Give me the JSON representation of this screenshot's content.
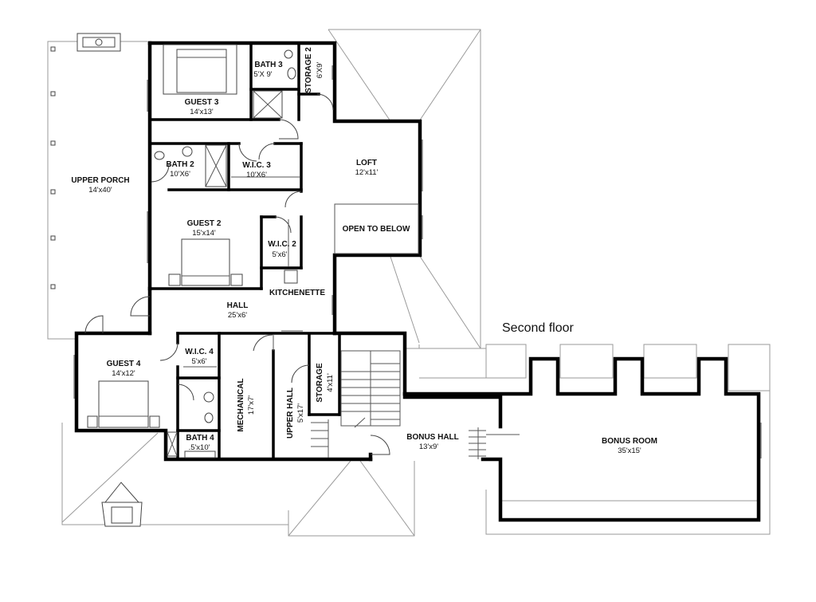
{
  "plan_title": "Second floor",
  "rooms": {
    "upper_porch": {
      "name": "UPPER PORCH",
      "size": "14'x40'"
    },
    "guest3": {
      "name": "GUEST 3",
      "size": "14'x13'"
    },
    "bath3": {
      "name": "BATH 3",
      "size": "5'X 9'"
    },
    "storage2": {
      "name": "STORAGE 2",
      "size": "6'X9'"
    },
    "bath2": {
      "name": "BATH 2",
      "size": "10'X6'"
    },
    "wic3": {
      "name": "W.I.C. 3",
      "size": "10'X6'"
    },
    "loft": {
      "name": "LOFT",
      "size": "12'x11'"
    },
    "open_below": {
      "name": "OPEN TO BELOW"
    },
    "guest2": {
      "name": "GUEST 2",
      "size": "15'x14'"
    },
    "wic2": {
      "name": "W.I.C. 2",
      "size": "5'x6'"
    },
    "kitchenette": {
      "name": "KITCHENETTE"
    },
    "hall": {
      "name": "HALL",
      "size": "25'x6'"
    },
    "guest4": {
      "name": "GUEST 4",
      "size": "14'x12'"
    },
    "wic4": {
      "name": "W.I.C. 4",
      "size": "5'x6'"
    },
    "bath4": {
      "name": "BATH 4",
      "size": ".5'x10'"
    },
    "mechanical": {
      "name": "MECHANICAL",
      "size": "17'x7'"
    },
    "upper_hall": {
      "name": "UPPER HALL",
      "size": "5'x17'"
    },
    "storage": {
      "name": "STORAGE",
      "size": "4'x11'"
    },
    "bonus_hall": {
      "name": "BONUS HALL",
      "size": "13'x9'"
    },
    "bonus_room": {
      "name": "BONUS ROOM",
      "size": "35'x15'"
    }
  }
}
